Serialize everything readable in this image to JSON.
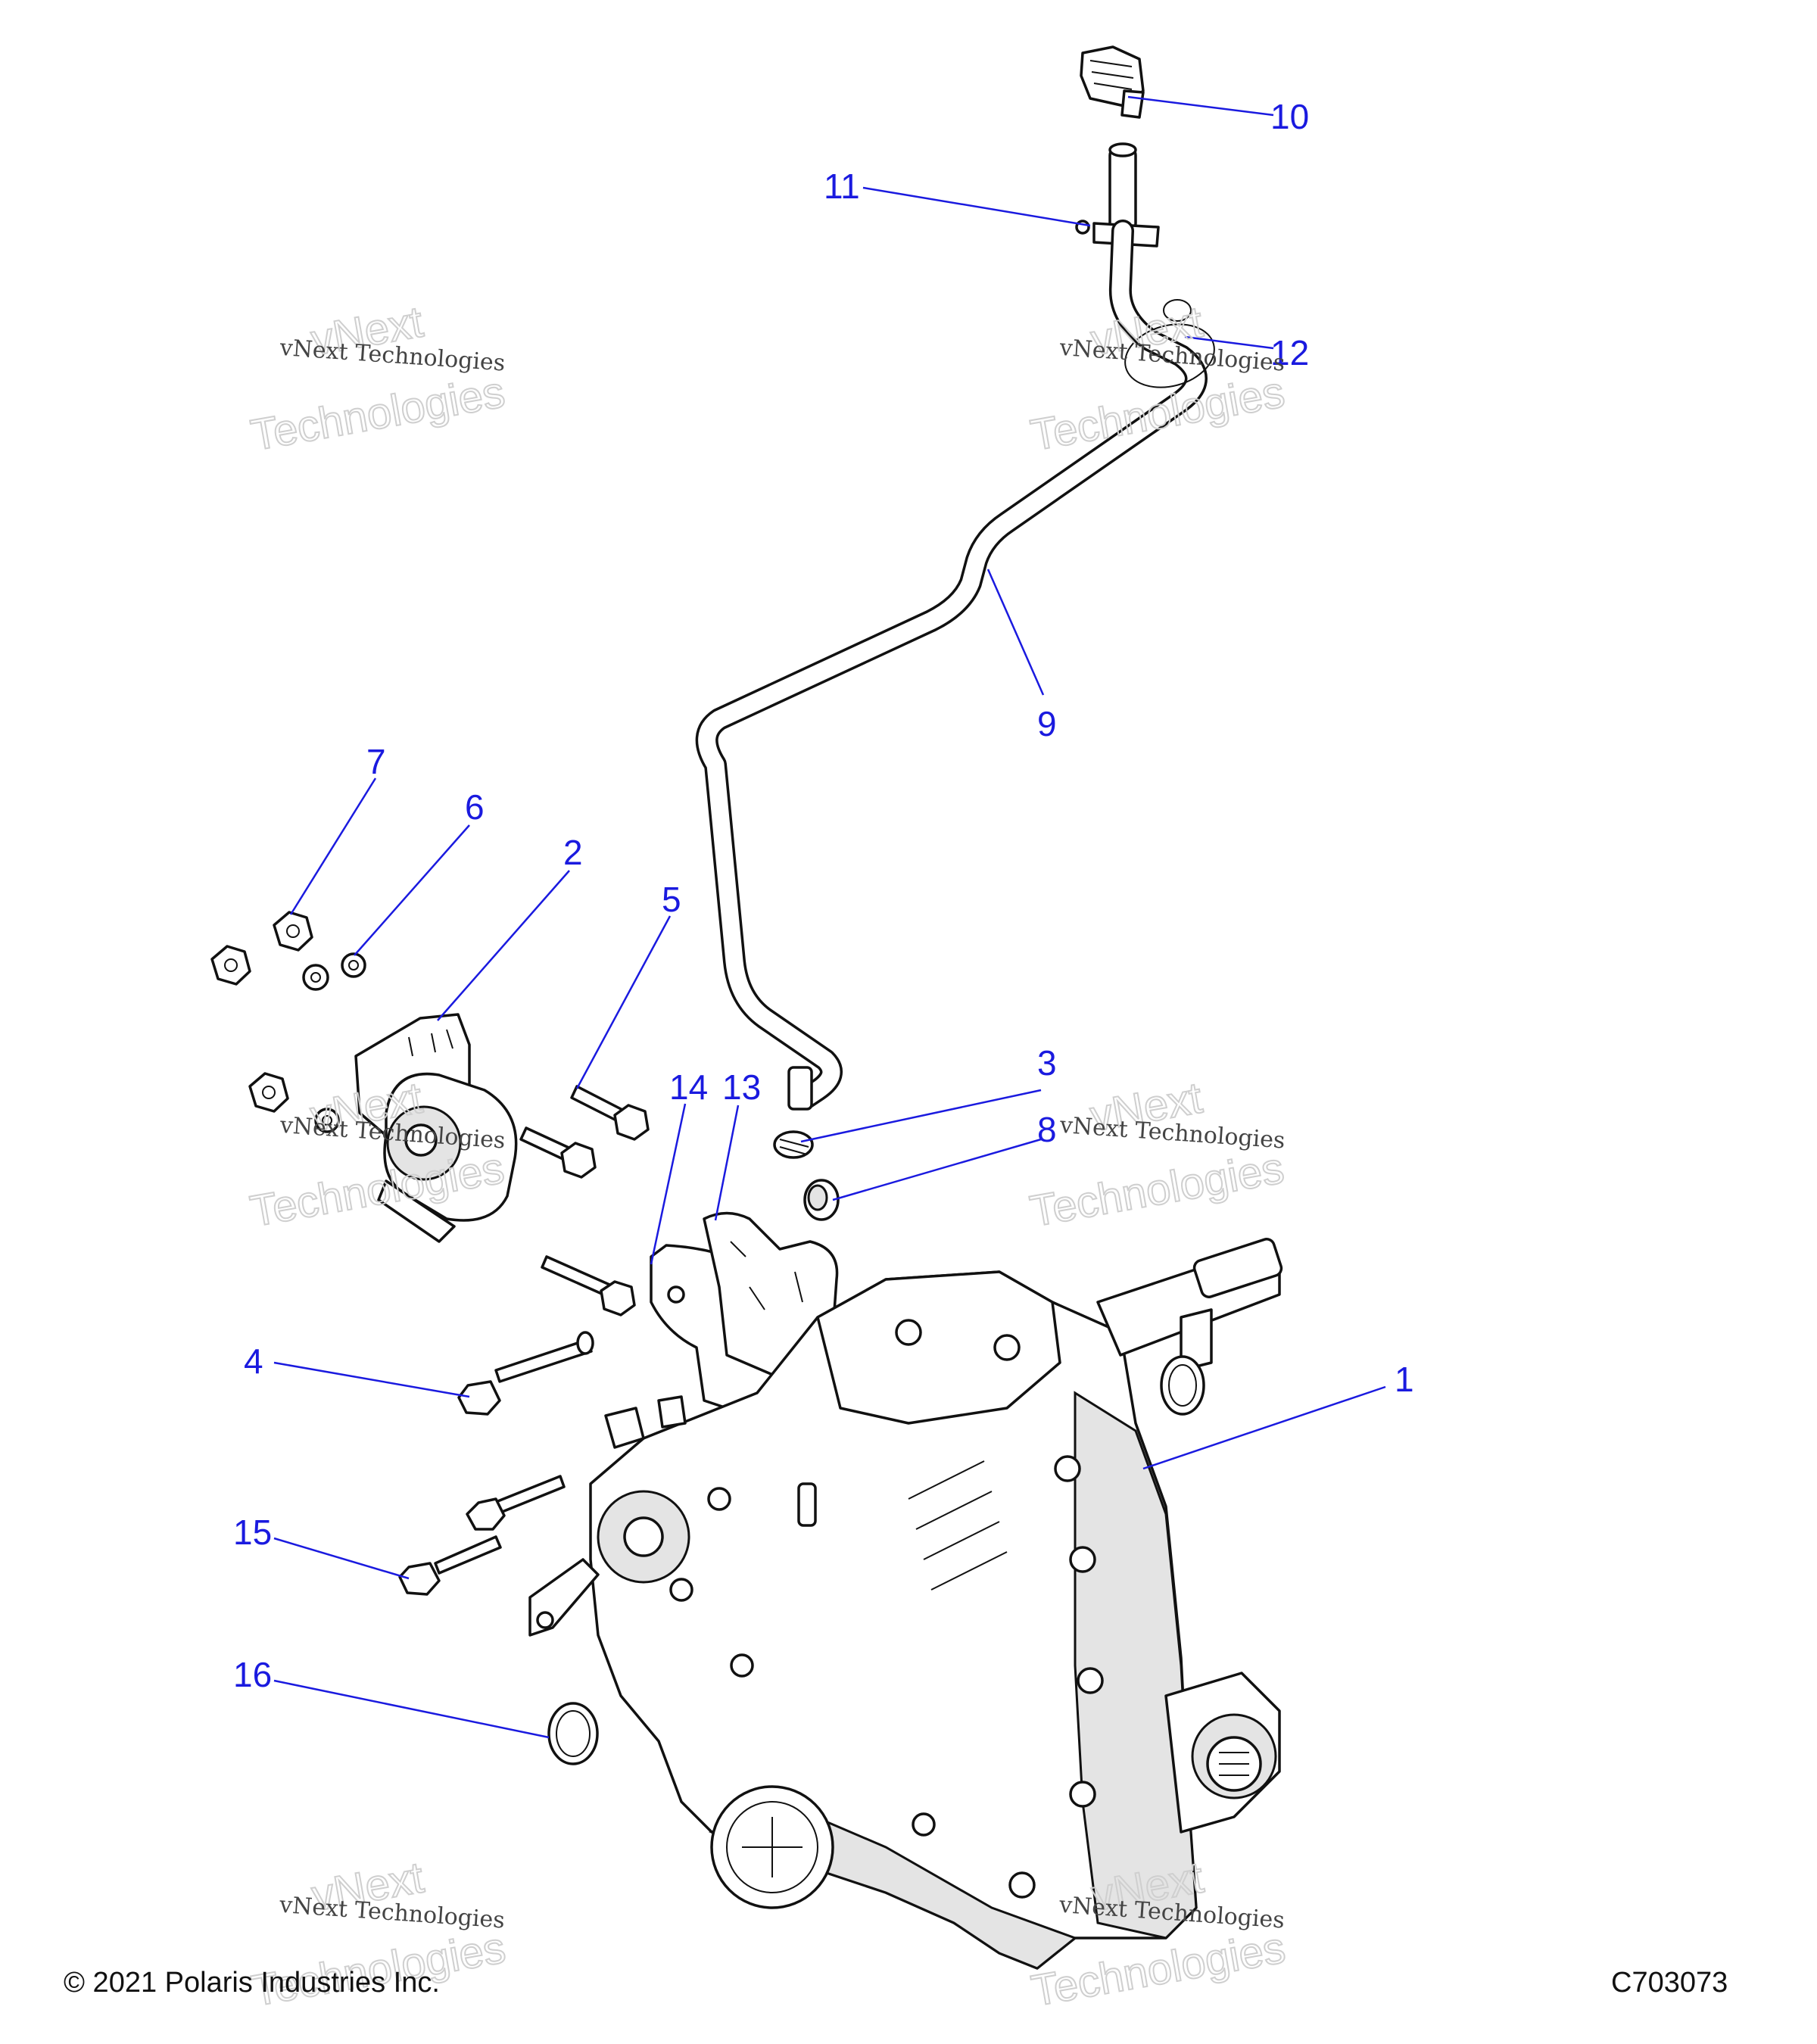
{
  "callouts": {
    "c1": "1",
    "c2": "2",
    "c3": "3",
    "c4": "4",
    "c5": "5",
    "c6": "6",
    "c7": "7",
    "c8": "8",
    "c9": "9",
    "c10": "10",
    "c11": "11",
    "c12": "12",
    "c13": "13",
    "c14": "14",
    "c15": "15",
    "c16": "16"
  },
  "watermark": {
    "brand": "vNext",
    "company": "vNext Technologies",
    "word": "Technologies"
  },
  "footer": {
    "copyright": "© 2021 Polaris Industries Inc.",
    "drawing_id": "C703073"
  },
  "colors": {
    "callout": "#1a1adf",
    "line": "#111111"
  }
}
